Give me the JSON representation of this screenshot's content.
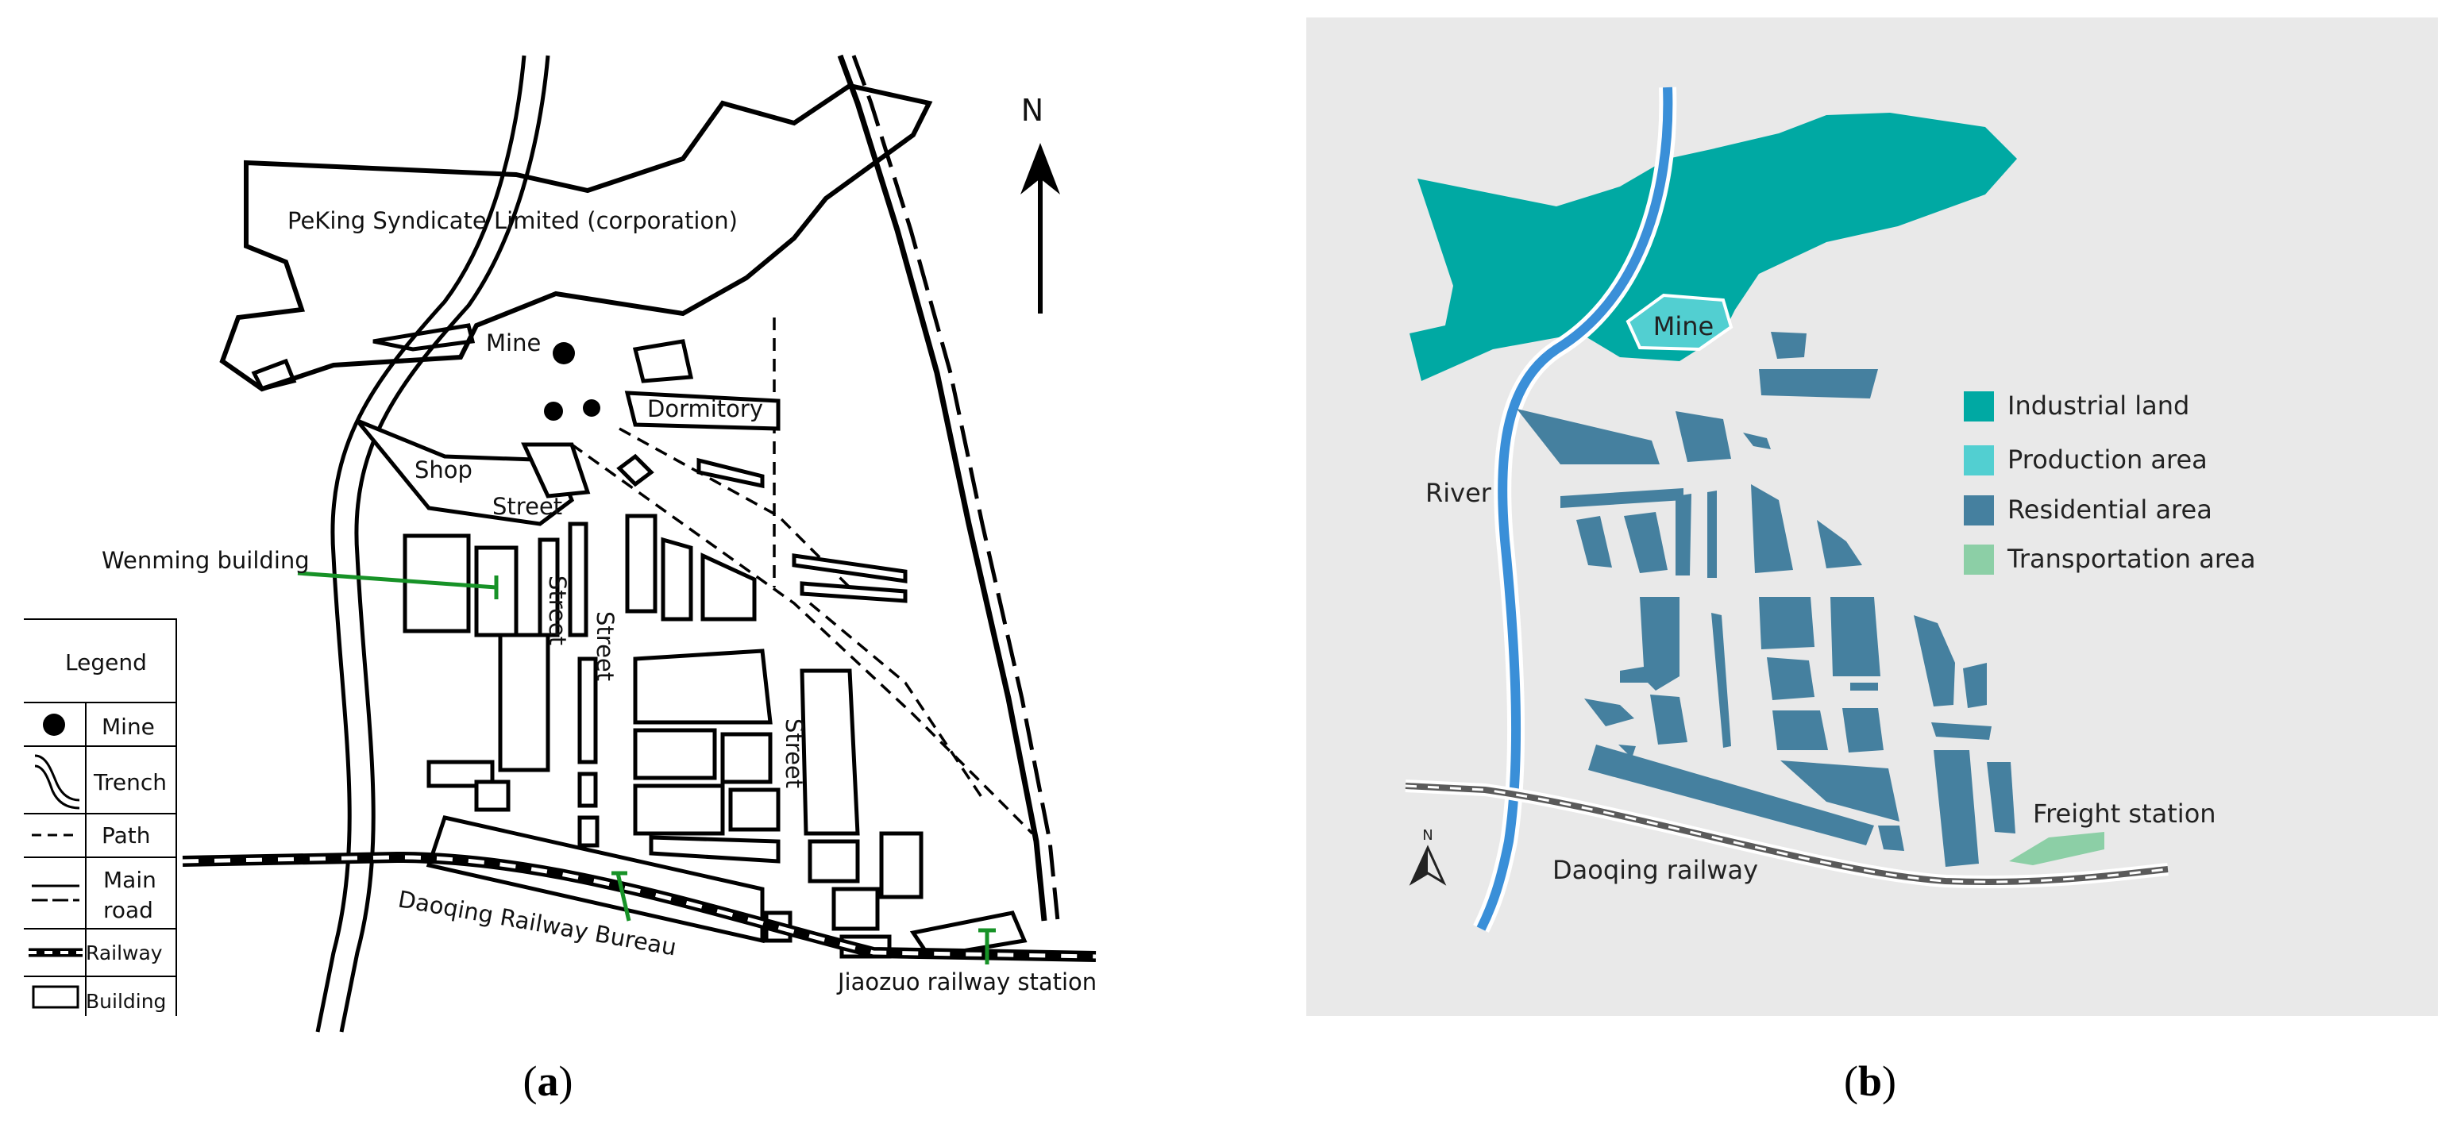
{
  "panel_a": {
    "caption_open": "(",
    "caption_letter": "a",
    "caption_close": ")",
    "north": "N",
    "labels": {
      "corporation": "PeKing Syndicate Limited (corporation)",
      "mine": "Mine",
      "dormitory": "Dormitory",
      "shop": "Shop",
      "street_top": "Street",
      "street_v1": "Street",
      "street_v2": "Street",
      "street_v3": "Street",
      "wenming": "Wenming building",
      "railway_bureau": "Daoqing Railway Bureau",
      "jiaozuo_station": "Jiaozuo railway station"
    },
    "legend": {
      "title": "Legend",
      "items": [
        {
          "symbol": "mine-dot",
          "label": "Mine"
        },
        {
          "symbol": "trench",
          "label": "Trench"
        },
        {
          "symbol": "path",
          "label": "Path"
        },
        {
          "symbol": "main-road",
          "label": "Main road",
          "line1": "Main",
          "line2": "road"
        },
        {
          "symbol": "railway",
          "label": "Railway"
        },
        {
          "symbol": "building",
          "label": "Building"
        }
      ]
    }
  },
  "panel_b": {
    "caption_open": "(",
    "caption_letter": "b",
    "caption_close": ")",
    "north": "N",
    "labels": {
      "mine": "Mine",
      "river": "River",
      "freight": "Freight station",
      "railway": "Daoqing railway"
    },
    "legend": [
      {
        "label": "Industrial land",
        "color": "#00a9a3"
      },
      {
        "label": "Production area",
        "color": "#52cfd1"
      },
      {
        "label": "Residential area",
        "color": "#45809f"
      },
      {
        "label": "Transportation area",
        "color": "#8ccfa6"
      }
    ],
    "colors": {
      "background": "#e9e9e9",
      "river": "#3a8fd8"
    }
  }
}
